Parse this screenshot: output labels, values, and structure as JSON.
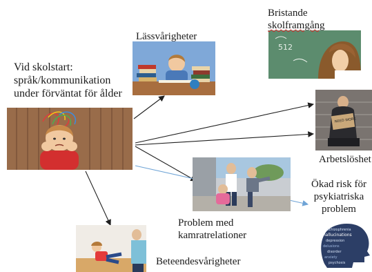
{
  "labels": {
    "start_line1": "Vid skolstart:",
    "start_line2": "språk/kommunikation",
    "start_line3": "under förväntat för ålder",
    "lassvarigheter": "Lässvårigheter",
    "bristande_line1": "Bristande",
    "bristande_line2": "skolframgång",
    "arbetsloshet": "Arbetslöshet",
    "okad_line1": "Ökad risk för",
    "okad_line2": "psykiatriska",
    "okad_line3": "problem",
    "problem_line1": "Problem med",
    "problem_line2": "kamratrelationer",
    "beteende": "Beteendesvårigheter"
  },
  "sign_text": "NEED WORK",
  "board_text": "512",
  "word_cloud": [
    "schizophrenia",
    "hallucinations",
    "depression",
    "delusions",
    "disorder",
    "anxiety",
    "psychosis"
  ],
  "colors": {
    "arrow_dark": "#1f1f1f",
    "arrow_blue": "#6fa4d6",
    "text": "#1a1a1a"
  }
}
